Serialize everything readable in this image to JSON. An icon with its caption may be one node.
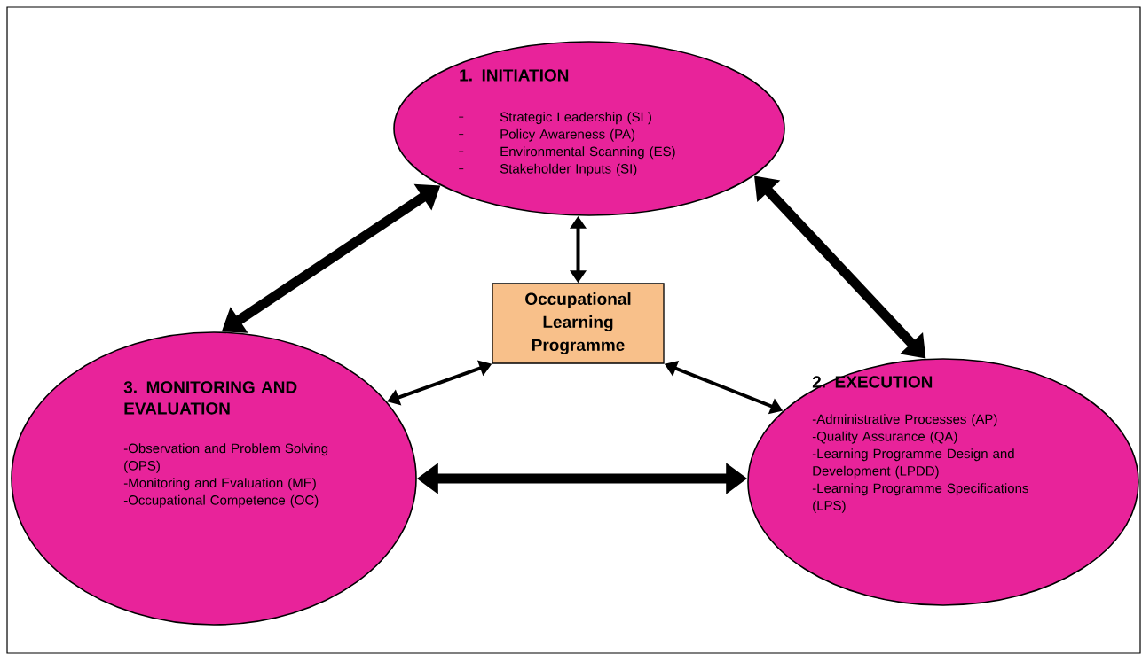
{
  "diagram": {
    "nodes": [
      {
        "text": [
          "1. INITIATION",
          "Strategic Leadership (SL)",
          "Policy Awareness (PA)",
          "Environmental Scanning (ES)",
          "Stakeholder Inputs (SI)"
        ]
      },
      {
        "text": [
          "Occupational Learning Programme"
        ]
      },
      {
        "text": [
          "3. MONITORING AND EVALUATION",
          "-Observation and Problem Solving (OPS)",
          "-Monitoring and Evaluation (ME)",
          "-Occupational Competence (OC)"
        ]
      },
      {
        "text": [
          "2. EXECUTION",
          "-Administrative Processes (AP)",
          "-Quality Assurance (QA)",
          "-Learning Programme Design and Development (LPDD)",
          "-Learning Programme Specifications (LPS)"
        ]
      }
    ],
    "edges": [
      {
        "from": 0,
        "to": 2,
        "arrow": "both",
        "style": "thick"
      },
      {
        "from": 0,
        "to": 3,
        "arrow": "both",
        "style": "thick"
      },
      {
        "from": 0,
        "to": 1,
        "arrow": "both"
      },
      {
        "from": 1,
        "to": 2,
        "arrow": "both"
      },
      {
        "from": 1,
        "to": 3,
        "arrow": "both"
      },
      {
        "from": 2,
        "to": 3,
        "arrow": "both",
        "style": "thick"
      }
    ]
  }
}
